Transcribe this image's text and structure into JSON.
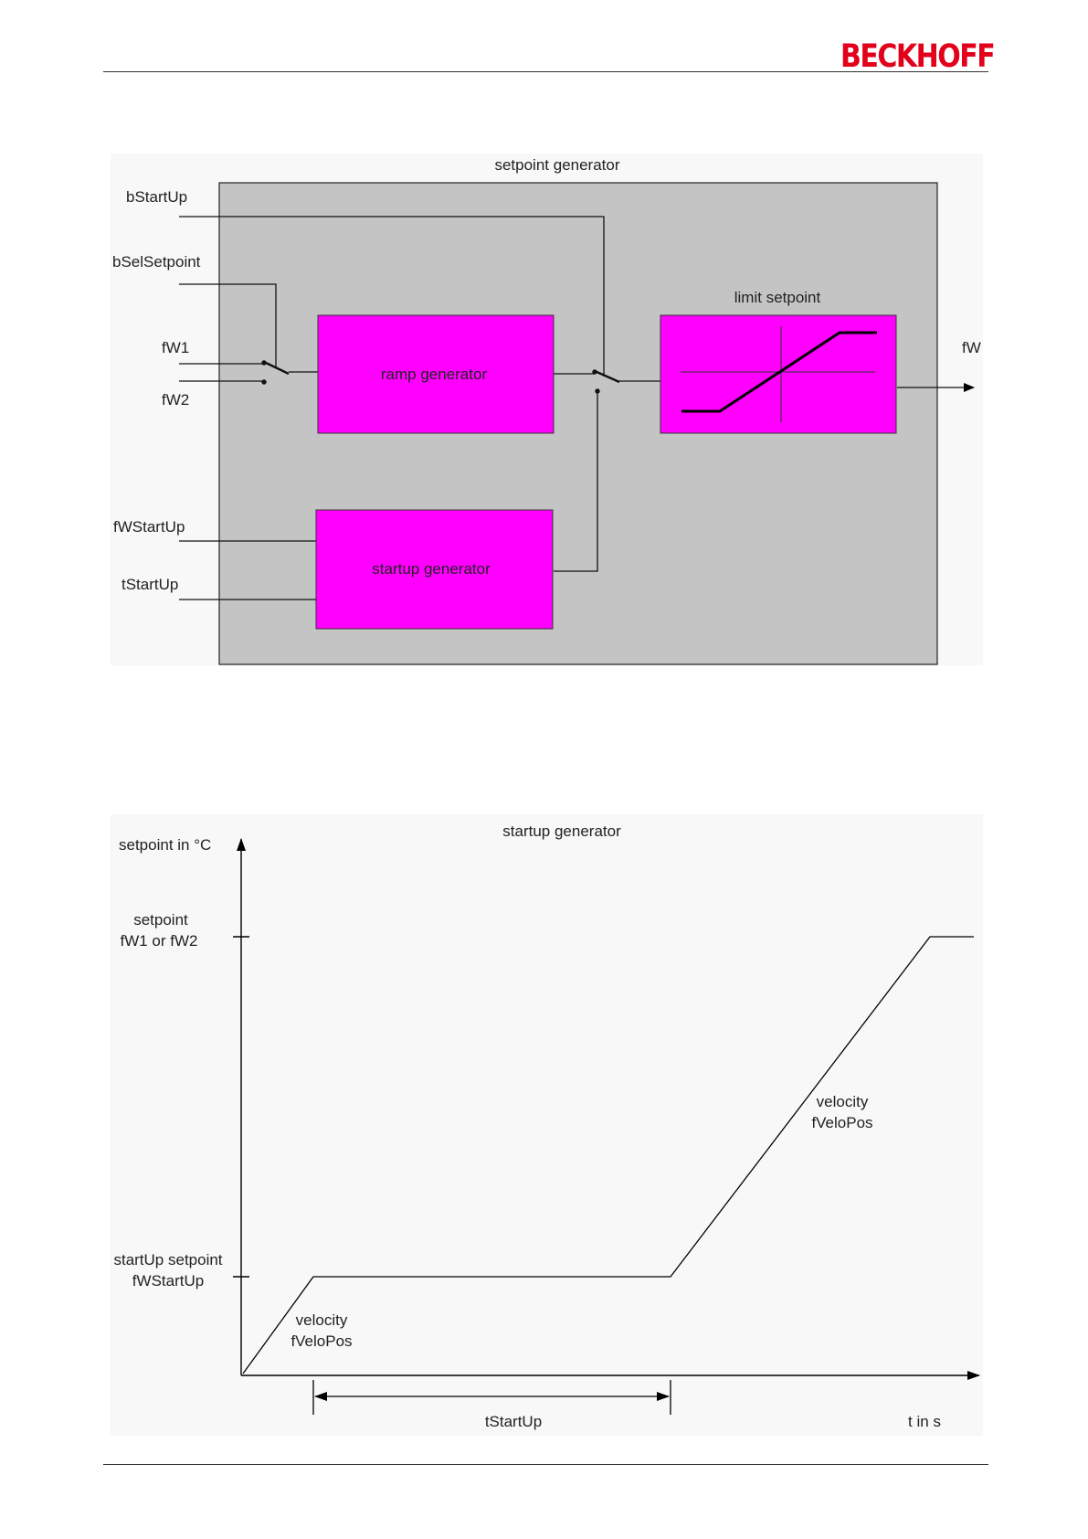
{
  "header": {
    "brand": "BECKHOFF",
    "accent_color": "#e2001a"
  },
  "diagram1": {
    "title": "setpoint generator",
    "inputs": {
      "bStartUp": "bStartUp",
      "bSelSetpoint": "bSelSetpoint",
      "fW1": "fW1",
      "fW2": "fW2",
      "fWStartUp": "fWStartUp",
      "tStartUp": "tStartUp"
    },
    "blocks": {
      "ramp": "ramp generator",
      "startup": "startup generator",
      "limit_label": "limit setpoint"
    },
    "output": "fW",
    "colors": {
      "block_fill": "#ff00ff",
      "panel_fill": "#c4c4c4",
      "background": "#f8f8f8"
    }
  },
  "diagram2": {
    "title": "startup generator",
    "y_axis_label": "setpoint in °C",
    "y_labels": {
      "setpoint_line1": "setpoint",
      "setpoint_line2": "fW1 or fW2",
      "startup_line1": "startUp setpoint",
      "startup_line2": "fWStartUp"
    },
    "slope_labels": {
      "lower_line1": "velocity",
      "lower_line2": "fVeloPos",
      "upper_line1": "velocity",
      "upper_line2": "fVeloPos"
    },
    "duration_label": "tStartUp",
    "x_axis_label": "t in s"
  }
}
